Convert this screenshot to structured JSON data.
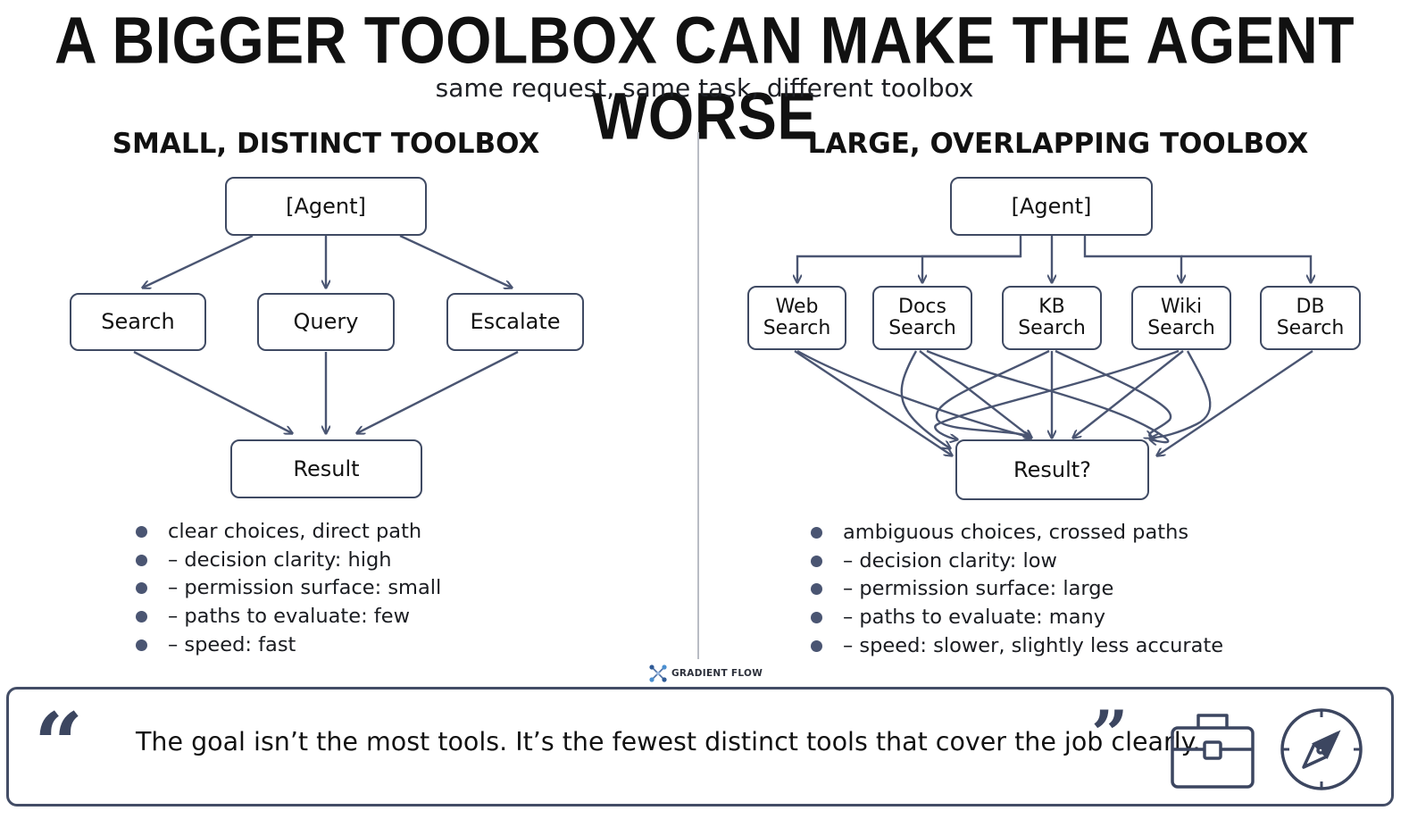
{
  "header": {
    "title": "A BIGGER TOOLBOX CAN MAKE THE AGENT WORSE",
    "subtitle": "same request, same task, different toolbox"
  },
  "left_panel": {
    "title": "SMALL, DISTINCT TOOLBOX",
    "agent": "[Agent]",
    "tools": [
      "Search",
      "Query",
      "Escalate"
    ],
    "result": "Result",
    "bullets": [
      "clear choices, direct path",
      "– decision clarity: high",
      "– permission surface: small",
      "– paths to evaluate: few",
      "– speed: fast"
    ]
  },
  "right_panel": {
    "title": "LARGE, OVERLAPPING TOOLBOX",
    "agent": "[Agent]",
    "tools": [
      {
        "line1": "Web",
        "line2": "Search"
      },
      {
        "line1": "Docs",
        "line2": "Search"
      },
      {
        "line1": "KB",
        "line2": "Search"
      },
      {
        "line1": "Wiki",
        "line2": "Search"
      },
      {
        "line1": "DB",
        "line2": "Search"
      }
    ],
    "result": "Result?",
    "bullets": [
      "ambiguous choices, crossed paths",
      "– decision clarity: low",
      "– permission surface: large",
      "– paths to evaluate: many",
      "– speed: slower, slightly less accurate"
    ]
  },
  "brand": {
    "name": "GRADIENT FLOW",
    "icon": "gradient-flow-logo"
  },
  "quote": {
    "open_mark": "“",
    "text": "The goal isn’t the most tools. It’s the fewest distinct tools that cover the job clearly.",
    "close_mark": "”",
    "icons": [
      "toolbox-icon",
      "compass-icon"
    ]
  },
  "colors": {
    "node_stroke": "#3f4a63",
    "arrow": "#4a5572",
    "bullet": "#4a5572",
    "divider": "#b9bcc4"
  }
}
